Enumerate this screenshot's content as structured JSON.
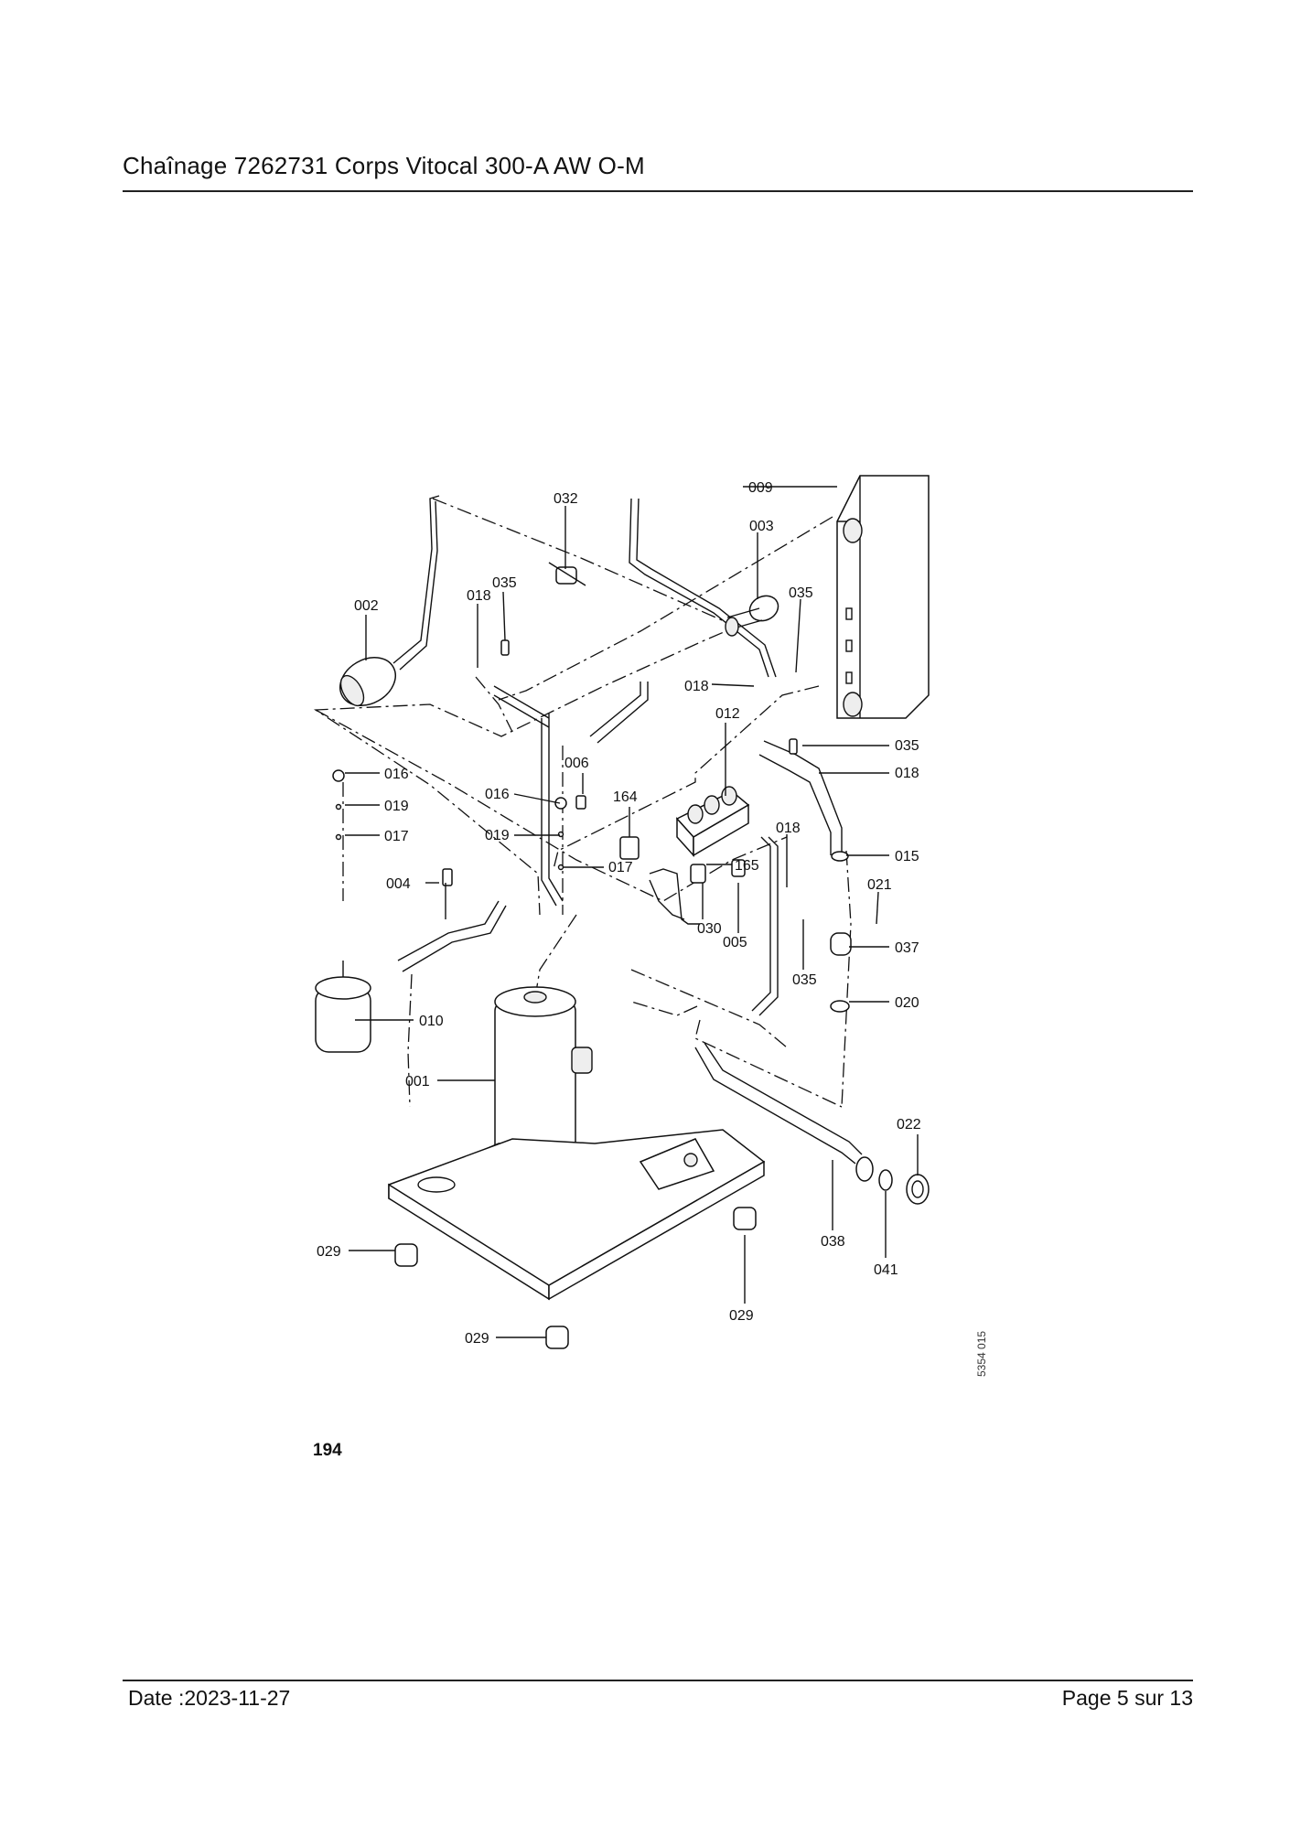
{
  "header": {
    "title": "Chaînage 7262731 Corps Vitocal 300-A AW O-M"
  },
  "footer": {
    "date": "Date :2023-11-27",
    "page": "Page 5 sur  13"
  },
  "figure": {
    "number": "194",
    "code": "5354 015"
  },
  "labels": [
    "032",
    "009",
    "003",
    "035",
    "002",
    "018",
    "035",
    "018",
    "012",
    "035",
    "018",
    "016",
    "006",
    "016",
    "164",
    "019",
    "019",
    "017",
    "017",
    "004",
    "165",
    "018",
    "015",
    "021",
    "030",
    "005",
    "037",
    "035",
    "020",
    "010",
    "001",
    "022",
    "038",
    "041",
    "029",
    "029",
    "029"
  ]
}
